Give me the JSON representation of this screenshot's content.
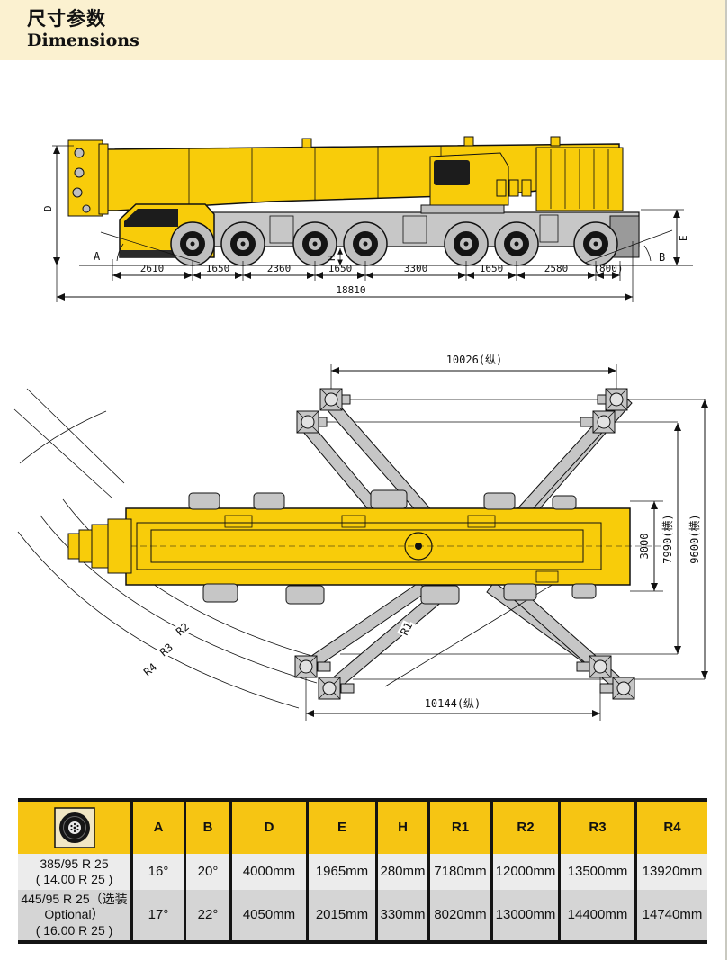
{
  "header": {
    "title_zh": "尺寸参数",
    "title_en": "Dimensions"
  },
  "side_view": {
    "segment_dims": [
      "2610",
      "1650",
      "2360",
      "1650",
      "3300",
      "1650",
      "2580",
      "(800)"
    ],
    "total_length": "18810",
    "angle_front_label": "A",
    "angle_rear_label": "B",
    "height_label": "D",
    "rear_height_label": "E",
    "clearance_label": "H"
  },
  "top_view": {
    "span_top": "10026(纵)",
    "span_bottom": "10144(纵)",
    "width_inner": "3000",
    "span_mid": "7990(横)",
    "span_outer": "9600(横)",
    "r1_label": "R1",
    "r2_label": "R2",
    "r3_label": "R3",
    "r4_label": "R4"
  },
  "table": {
    "col_headers": [
      "A",
      "B",
      "D",
      "E",
      "H",
      "R1",
      "R2",
      "R3",
      "R4"
    ],
    "rows": [
      {
        "tire_lines": [
          "385/95 R 25",
          "( 14.00 R 25 )"
        ],
        "values": [
          "16°",
          "20°",
          "4000mm",
          "1965mm",
          "280mm",
          "7180mm",
          "12000mm",
          "13500mm",
          "13920mm"
        ]
      },
      {
        "tire_lines": [
          "445/95 R 25（选装",
          "Optional）",
          "( 16.00 R 25 )"
        ],
        "values": [
          "17°",
          "22°",
          "4050mm",
          "2015mm",
          "330mm",
          "8020mm",
          "13000mm",
          "14400mm",
          "14740mm"
        ]
      }
    ]
  }
}
